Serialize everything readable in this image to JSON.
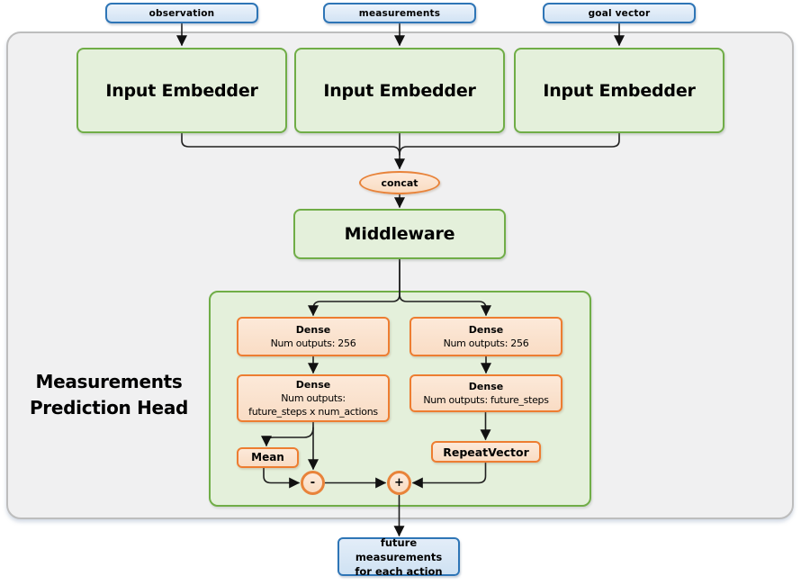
{
  "inputs": [
    {
      "label": "observation"
    },
    {
      "label": "measurements"
    },
    {
      "label": "goal vector"
    }
  ],
  "embedders": [
    {
      "label": "Input Embedder"
    },
    {
      "label": "Input Embedder"
    },
    {
      "label": "Input Embedder"
    }
  ],
  "concat_label": "concat",
  "middleware_label": "Middleware",
  "prediction_head": {
    "title_line1": "Measurements",
    "title_line2": "Prediction Head",
    "left_branch": {
      "dense1": {
        "name": "Dense",
        "detail": "Num outputs: 256"
      },
      "dense2": {
        "name": "Dense",
        "detail_line1": "Num outputs:",
        "detail_line2": "future_steps x num_actions"
      },
      "mean_label": "Mean",
      "minus_label": "-"
    },
    "right_branch": {
      "dense1": {
        "name": "Dense",
        "detail": "Num outputs: 256"
      },
      "dense2": {
        "name": "Dense",
        "detail": "Num outputs: future_steps"
      },
      "repeat_label": "RepeatVector",
      "plus_label": "+"
    }
  },
  "output": {
    "line1": "future measurements",
    "line2": "for each action"
  },
  "colors": {
    "input_border": "#2E75B6",
    "input_fill": "#D9E7F5",
    "block_border": "#70AD47",
    "block_fill": "#E4F0DB",
    "layer_border": "#ED7D31",
    "layer_fill": "#FBE3D0",
    "container_fill": "#F0F0F1",
    "container_border": "#BDBDBD",
    "connector": "#1A1A1A"
  }
}
